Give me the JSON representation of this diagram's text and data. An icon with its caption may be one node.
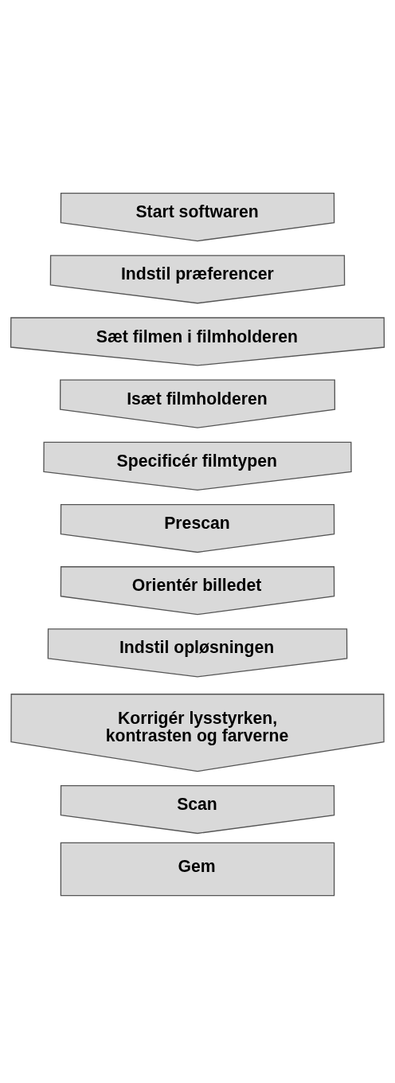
{
  "diagram": {
    "nodes": [
      {
        "text": [
          "Start softwaren"
        ]
      },
      {
        "text": [
          "Indstil præferencer"
        ]
      },
      {
        "text": [
          "Sæt filmen i filmholderen"
        ]
      },
      {
        "text": [
          "Isæt filmholderen"
        ]
      },
      {
        "text": [
          "Specificér filmtypen"
        ]
      },
      {
        "text": [
          "Prescan"
        ]
      },
      {
        "text": [
          "Orientér billedet"
        ]
      },
      {
        "text": [
          "Indstil opløsningen"
        ]
      },
      {
        "text": [
          "Korrigér lysstyrken, kontrasten og farverne"
        ]
      },
      {
        "text": [
          "Scan"
        ]
      },
      {
        "text": [
          "Gem"
        ]
      }
    ]
  }
}
